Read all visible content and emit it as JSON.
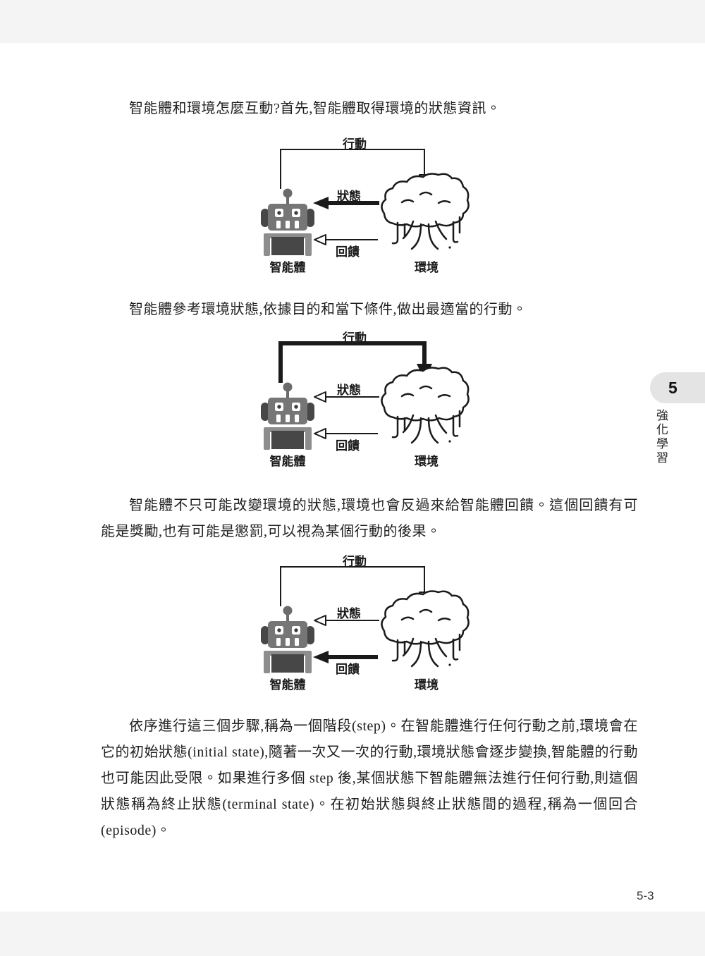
{
  "page": {
    "paragraphs": [
      "智能體和環境怎麼互動?首先,智能體取得環境的狀態資訊。",
      "智能體參考環境狀態,依據目的和當下條件,做出最適當的行動。",
      "智能體不只可能改變環境的狀態,環境也會反過來給智能體回饋。這個回饋有可能是獎勵,也有可能是懲罰,可以視為某個行動的後果。",
      "依序進行這三個步驟,稱為一個階段(step)。在智能體進行任何行動之前,環境會在它的初始狀態(initial state),隨著一次又一次的行動,環境狀態會逐步變換,智能體的行動也可能因此受限。如果進行多個 step 後,某個狀態下智能體無法進行任何行動,則這個狀態稱為終止狀態(terminal state)。在初始狀態與終止狀態間的過程,稱為一個回合(episode)。"
    ],
    "chapter_tab": {
      "number": "5",
      "title": "強化學習"
    },
    "page_number": "5-3"
  },
  "diagram_labels": {
    "action": "行動",
    "state": "狀態",
    "feedback": "回饋",
    "agent": "智能體",
    "environment": "環境"
  },
  "diagrams": [
    {
      "bold_arrow": "state"
    },
    {
      "bold_arrow": "action"
    },
    {
      "bold_arrow": "feedback"
    }
  ],
  "colors": {
    "page_background": "#ffffff",
    "outer_background": "#f4f4f4",
    "tab_background": "#e4e4e4",
    "text": "#1f1f1f",
    "diagram_ink": "#1a1a1a",
    "robot_gray": "#767676",
    "robot_dark": "#474747"
  }
}
